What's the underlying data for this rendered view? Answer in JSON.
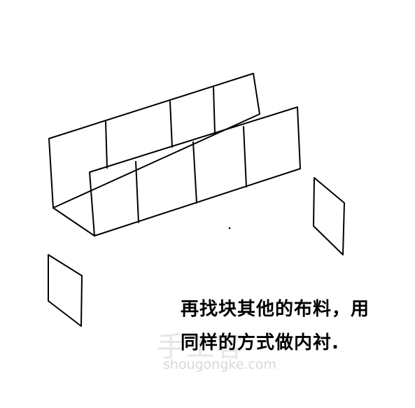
{
  "diagram": {
    "caption_lines": [
      "再找块其他的布料，用",
      "同样的方式做内衬."
    ],
    "watermark": {
      "mark": "手工客",
      "url": "shougongke.com"
    },
    "stroke_color": "#000000"
  }
}
